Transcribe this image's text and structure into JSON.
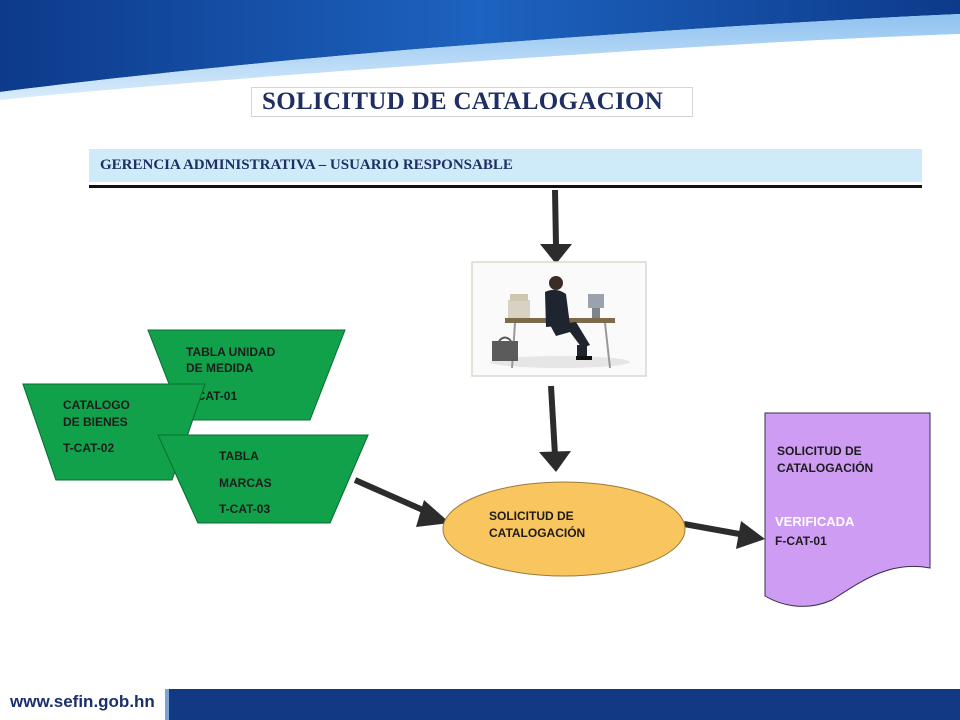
{
  "title": "SOLICITUD DE CATALOGACION",
  "header": {
    "label": "GERENCIA ADMINISTRATIVA – USUARIO RESPONSABLE"
  },
  "tables": {
    "unidad_medida": {
      "line1": "TABLA UNIDAD",
      "line2": "DE MEDIDA",
      "code": "T-CAT-01"
    },
    "catalogo_bienes": {
      "line1": "CATALOGO",
      "line2": "DE BIENES",
      "code": "T-CAT-02"
    },
    "marcas": {
      "line1": "TABLA",
      "line2": "MARCAS",
      "code": "T-CAT-03"
    }
  },
  "process": {
    "line1": "SOLICITUD DE",
    "line2": "CATALOGACIÓN"
  },
  "document": {
    "line1": "SOLICITUD DE",
    "line2": "CATALOGACIÓN",
    "status": "VERIFICADA",
    "code": "F-CAT-01"
  },
  "footer": {
    "url": "www.sefin.gob.hn"
  },
  "colors": {
    "green": "#11a14a",
    "process_fill": "#f8c55e",
    "document_fill": "#cf9cf4",
    "title": "#1f2e63",
    "header_fill": "#cfeaf9",
    "footer": "#123a84"
  },
  "icons": {
    "user_image": "office-worker-at-desk-image",
    "arrows": "flow-arrow-icon"
  }
}
